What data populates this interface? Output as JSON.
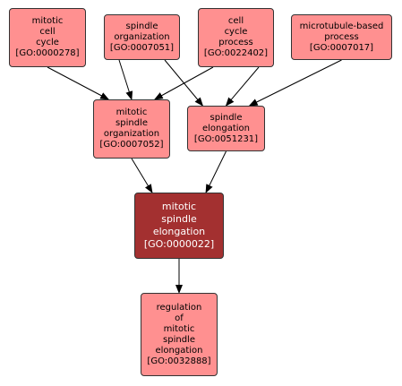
{
  "colors": {
    "node_fill": "#ff9090",
    "focus_fill": "#a33030",
    "edge": "#000000"
  },
  "nodes": {
    "go0000278": {
      "lines": [
        "mitotic",
        "cell",
        "cycle",
        "[GO:0000278]"
      ]
    },
    "go0007051": {
      "lines": [
        "spindle",
        "organization",
        "[GO:0007051]"
      ]
    },
    "go0022402": {
      "lines": [
        "cell",
        "cycle",
        "process",
        "[GO:0022402]"
      ]
    },
    "go0007017": {
      "lines": [
        "microtubule-based",
        "process",
        "[GO:0007017]"
      ]
    },
    "go0007052": {
      "lines": [
        "mitotic",
        "spindle",
        "organization",
        "[GO:0007052]"
      ]
    },
    "go0051231": {
      "lines": [
        "spindle",
        "elongation",
        "[GO:0051231]"
      ]
    },
    "go0000022": {
      "lines": [
        "mitotic",
        "spindle",
        "elongation",
        "[GO:0000022]"
      ]
    },
    "go0032888": {
      "lines": [
        "regulation",
        "of",
        "mitotic",
        "spindle",
        "elongation",
        "[GO:0032888]"
      ]
    }
  },
  "edges": [
    {
      "from": "go0000278",
      "to": "go0007052"
    },
    {
      "from": "go0007051",
      "to": "go0007052"
    },
    {
      "from": "go0022402",
      "to": "go0007052"
    },
    {
      "from": "go0007051",
      "to": "go0051231"
    },
    {
      "from": "go0022402",
      "to": "go0051231"
    },
    {
      "from": "go0007017",
      "to": "go0051231"
    },
    {
      "from": "go0007052",
      "to": "go0000022"
    },
    {
      "from": "go0051231",
      "to": "go0000022"
    },
    {
      "from": "go0000022",
      "to": "go0032888"
    }
  ]
}
